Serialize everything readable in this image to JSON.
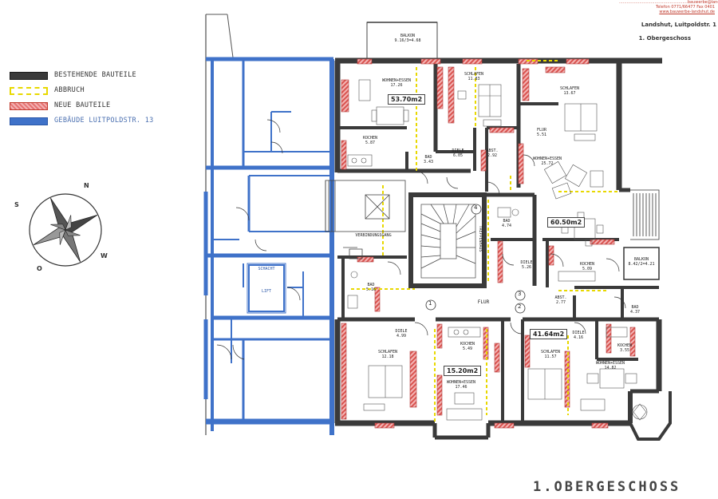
{
  "header": {
    "line_a": "......................................................bauwerbe@landshut",
    "line_b": "Telefon 0771/66477 Fax 0401",
    "line_c": "www.bauwerbe-landshut.de",
    "location": "Landshut, Luitpoldstr. 1",
    "floor": "1. Obergeschoss"
  },
  "legend": {
    "items": [
      {
        "label": "BESTEHENDE BAUTEILE",
        "fill": "#3a3a3a",
        "border": "#1a1a1a"
      },
      {
        "label": "ABBRUCH",
        "fill": "#ffffff",
        "border": "#e8d800"
      },
      {
        "label": "NEUE BAUTEILE",
        "fill": "#e57373",
        "border": "#c0392b"
      },
      {
        "label": "GEBÄUDE LUITPOLDSTR. 13",
        "fill": "#3f72c9",
        "border": "#2a57a8"
      }
    ]
  },
  "compass": {
    "n": "N",
    "s": "S",
    "w": "W",
    "o": "O"
  },
  "rooms": [
    {
      "name": "BALKON",
      "area": "9.16/3=4.68"
    },
    {
      "name": "WOHNEN+ESSEN",
      "area": "17.26"
    },
    {
      "name": "SCHLAFEN",
      "area": "11.83"
    },
    {
      "name": "SCHLAFEN",
      "area": "13.67"
    },
    {
      "name": "FLUR",
      "area": "5.51"
    },
    {
      "name": "KOCHEN",
      "area": "5.87"
    },
    {
      "name": "BAD",
      "area": "3.43"
    },
    {
      "name": "DIELE",
      "area": "6.05"
    },
    {
      "name": "ABST.",
      "area": "2.92"
    },
    {
      "name": "WOHNEN+ESSEN",
      "area": "25.72"
    },
    {
      "name": "VERBINDUNGSGANG",
      "area": ""
    },
    {
      "name": "TREPPENHAUS",
      "area": ""
    },
    {
      "name": "BAD",
      "area": "4.74"
    },
    {
      "name": "DIELE",
      "area": "5.26"
    },
    {
      "name": "KOCHEN",
      "area": "5.09"
    },
    {
      "name": "BALKON",
      "area": "8.42/2=4.21"
    },
    {
      "name": "BAD",
      "area": "5.16"
    },
    {
      "name": "FLUR",
      "area": ""
    },
    {
      "name": "ABST.",
      "area": "2.77"
    },
    {
      "name": "BAD",
      "area": "4.37"
    },
    {
      "name": "DIELE",
      "area": "4.99"
    },
    {
      "name": "SCHLAFEN",
      "area": "12.18"
    },
    {
      "name": "KOCHEN",
      "area": "5.49"
    },
    {
      "name": "WOHNEN+ESSEN",
      "area": "17.46"
    },
    {
      "name": "DIELE",
      "area": "4.16"
    },
    {
      "name": "SCHLAFEN",
      "area": "11.57"
    },
    {
      "name": "KOCHEN",
      "area": "3.55"
    },
    {
      "name": "WOHNEN+ESSEN",
      "area": "14.82"
    },
    {
      "name": "SCHACHT",
      "area": ""
    },
    {
      "name": "LIFT",
      "area": ""
    }
  ],
  "apartments": [
    {
      "area": "53.70m2"
    },
    {
      "area": "60.50m2"
    },
    {
      "area": "15.20m2"
    },
    {
      "area": "41.64m2"
    }
  ],
  "markers": [
    "4",
    "1",
    "2",
    "3"
  ],
  "footer": {
    "title": "1.OBERGESCHOSS"
  }
}
